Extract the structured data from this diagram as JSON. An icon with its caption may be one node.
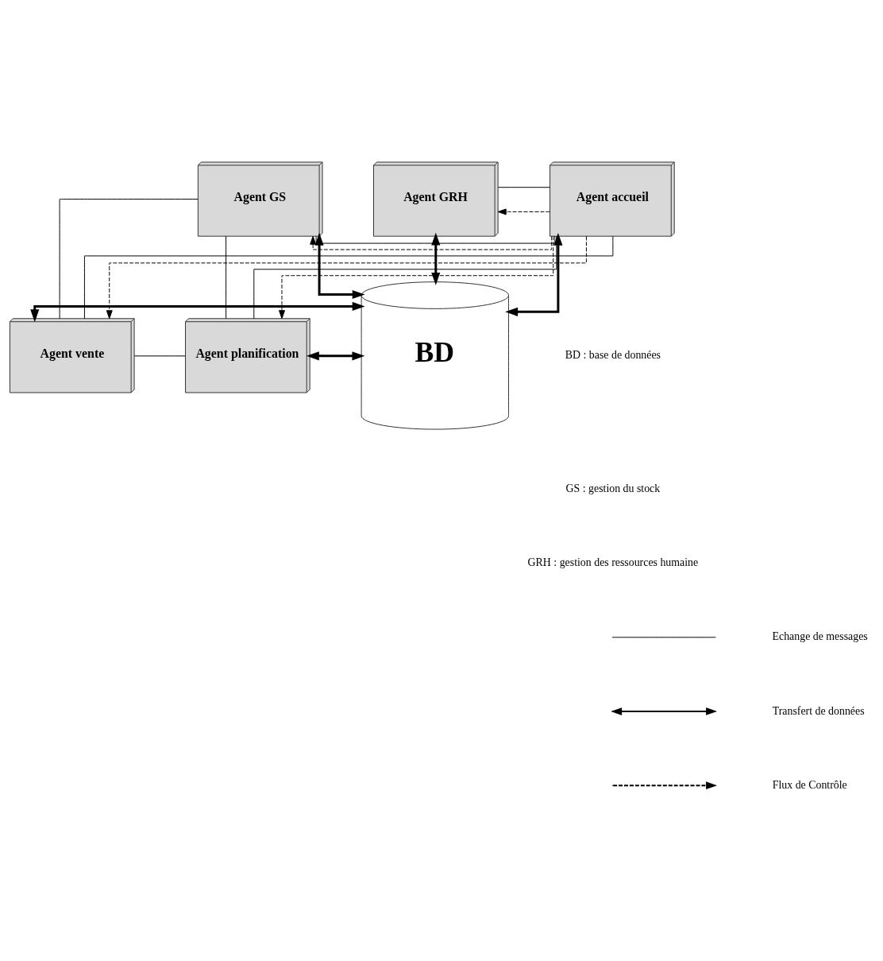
{
  "diagram": {
    "nodes": [
      {
        "text": [
          "Agent GS"
        ]
      },
      {
        "text": [
          "Agent GRH"
        ]
      },
      {
        "text": [
          "BD"
        ]
      },
      {
        "text": [
          "Agent vente"
        ]
      },
      {
        "text": [
          "Agent planification"
        ]
      },
      {
        "text": [
          "Agent accueil"
        ]
      }
    ],
    "edges": [
      {
        "from": 0,
        "to": 2,
        "arrow": "both",
        "style": "thick"
      },
      {
        "from": 1,
        "to": 2,
        "arrow": "both",
        "style": "thick"
      },
      {
        "from": 3,
        "to": 2,
        "arrow": "both",
        "style": "thick"
      },
      {
        "from": 4,
        "to": 2,
        "arrow": "both",
        "style": "thick"
      },
      {
        "from": 5,
        "to": 2,
        "arrow": "both",
        "style": "thick"
      },
      {
        "from": 0,
        "to": 4,
        "arrow": "none"
      },
      {
        "from": 0,
        "to": 5,
        "arrow": "none"
      },
      {
        "from": 0,
        "to": 3,
        "arrow": "none"
      },
      {
        "from": 1,
        "to": 5,
        "arrow": "none"
      },
      {
        "from": 3,
        "to": 5,
        "arrow": "none"
      },
      {
        "from": 3,
        "to": 4,
        "arrow": "none"
      },
      {
        "from": 4,
        "to": 5,
        "arrow": "none"
      },
      {
        "from": 5,
        "to": 0,
        "arrow": "to",
        "style": "dashed"
      },
      {
        "from": 5,
        "to": 3,
        "arrow": "to",
        "style": "dashed"
      },
      {
        "from": 5,
        "to": 1,
        "arrow": "to",
        "style": "dashed"
      },
      {
        "from": 5,
        "to": 4,
        "arrow": "to",
        "style": "dashed"
      }
    ],
    "labels": [
      "BD : base de données",
      "GS : gestion du stock",
      "GRH : gestion des ressources humaine"
    ],
    "legend": [
      {
        "text": "Echange de messages"
      },
      {
        "text": "Transfert de données"
      },
      {
        "text": "Flux de Contrôle"
      }
    ]
  }
}
